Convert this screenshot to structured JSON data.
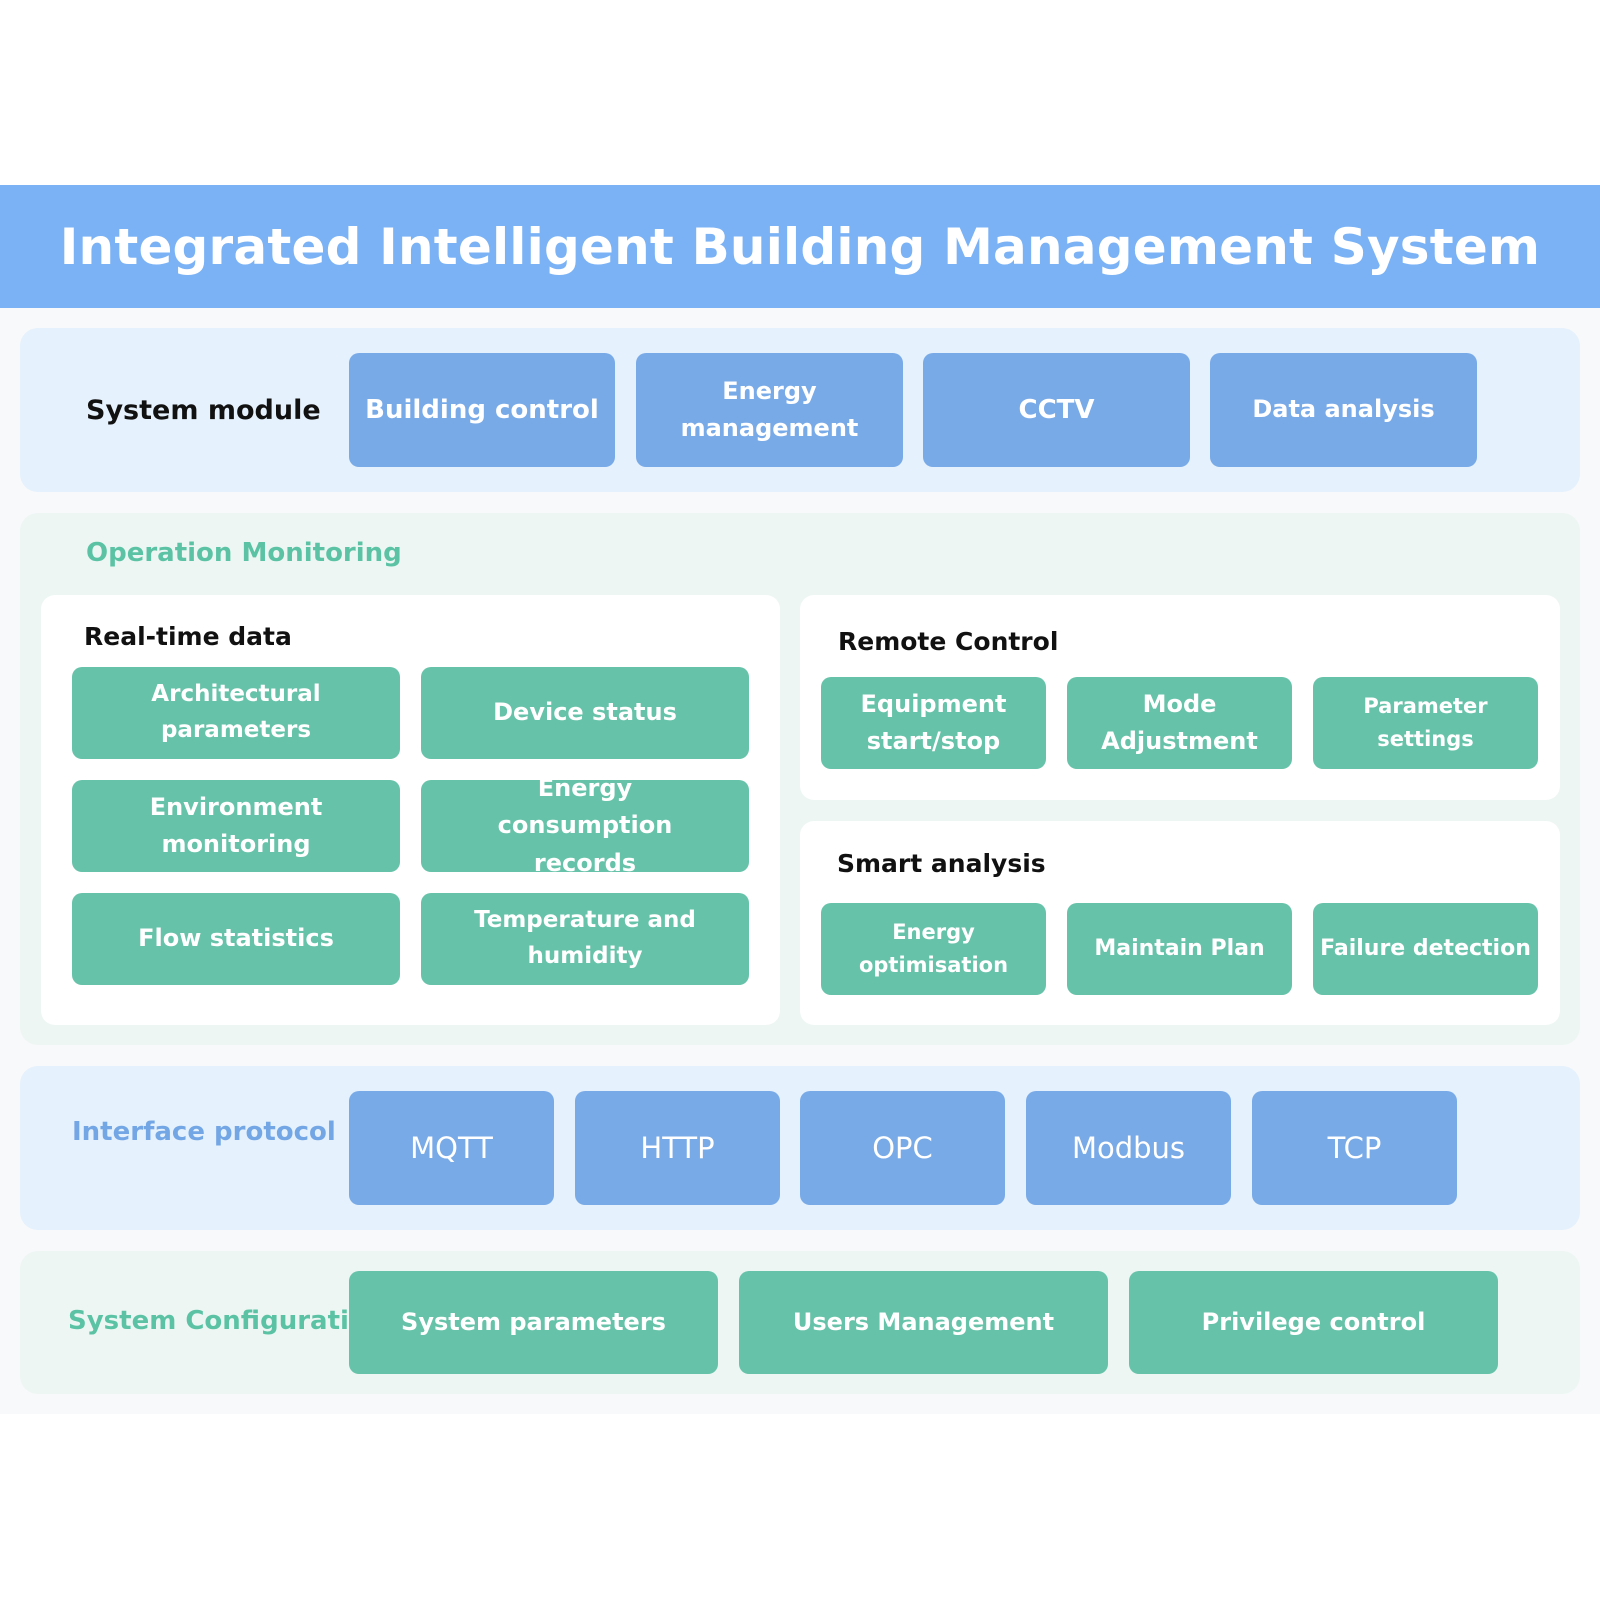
{
  "title": "Integrated Intelligent Building Management System",
  "system_module": {
    "label": "System module",
    "items": [
      "Building control",
      "Energy management",
      "CCTV",
      "Data analysis"
    ]
  },
  "operation_monitoring": {
    "label": "Operation Monitoring",
    "realtime": {
      "label": "Real-time data",
      "items": [
        "Architectural parameters",
        "Device status",
        "Environment monitoring",
        "Energy consumption records",
        "Flow statistics",
        "Temperature and humidity"
      ]
    },
    "remote_control": {
      "label": "Remote Control",
      "items": [
        "Equipment start/stop",
        "Mode Adjustment",
        "Parameter settings"
      ]
    },
    "smart_analysis": {
      "label": "Smart analysis",
      "items": [
        "Energy optimisation",
        "Maintain Plan",
        "Failure detection"
      ]
    }
  },
  "interface_protocol": {
    "label": "Interface protocol",
    "items": [
      "MQTT",
      "HTTP",
      "OPC",
      "Modbus",
      "TCP"
    ]
  },
  "system_configuration": {
    "label": "System Configuration",
    "items": [
      "System parameters",
      "Users Management",
      "Privilege control"
    ]
  },
  "colors": {
    "banner": "#7ab2f5",
    "blue_box": "#79aae8",
    "green_box": "#66c2a8",
    "blue_panel": "#e5f1fc",
    "green_panel": "#edf6f3"
  }
}
